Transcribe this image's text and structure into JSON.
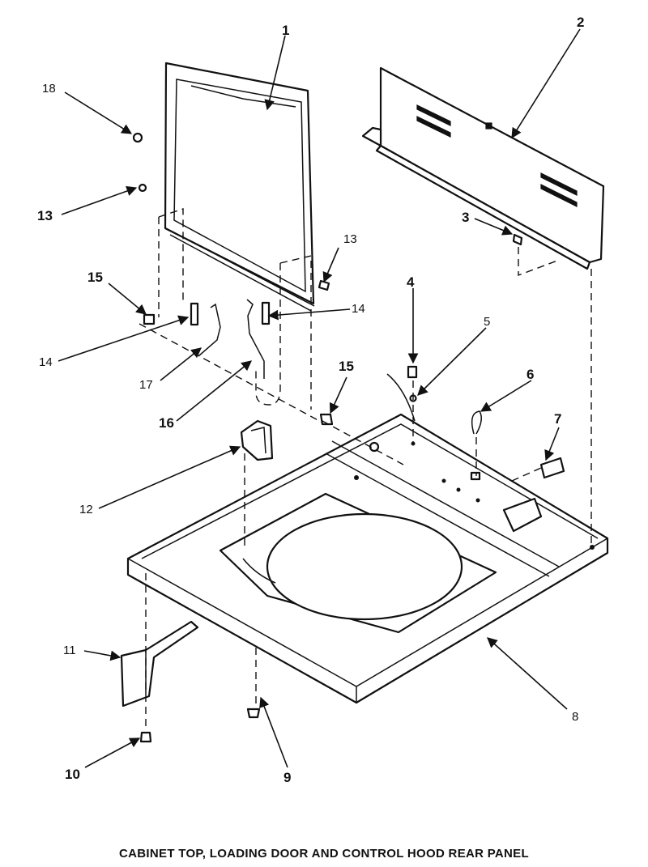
{
  "caption": "CABINET TOP, LOADING DOOR AND CONTROL HOOD REAR PANEL",
  "callouts": {
    "c1": "1",
    "c2": "2",
    "c3": "3",
    "c4": "4",
    "c5": "5",
    "c6": "6",
    "c7": "7",
    "c8": "8",
    "c9": "9",
    "c10": "10",
    "c11": "11",
    "c12": "12",
    "c13a": "13",
    "c13b": "13",
    "c14a": "14",
    "c14b": "14",
    "c15a": "15",
    "c15b": "15",
    "c16": "16",
    "c17": "17",
    "c18": "18"
  }
}
